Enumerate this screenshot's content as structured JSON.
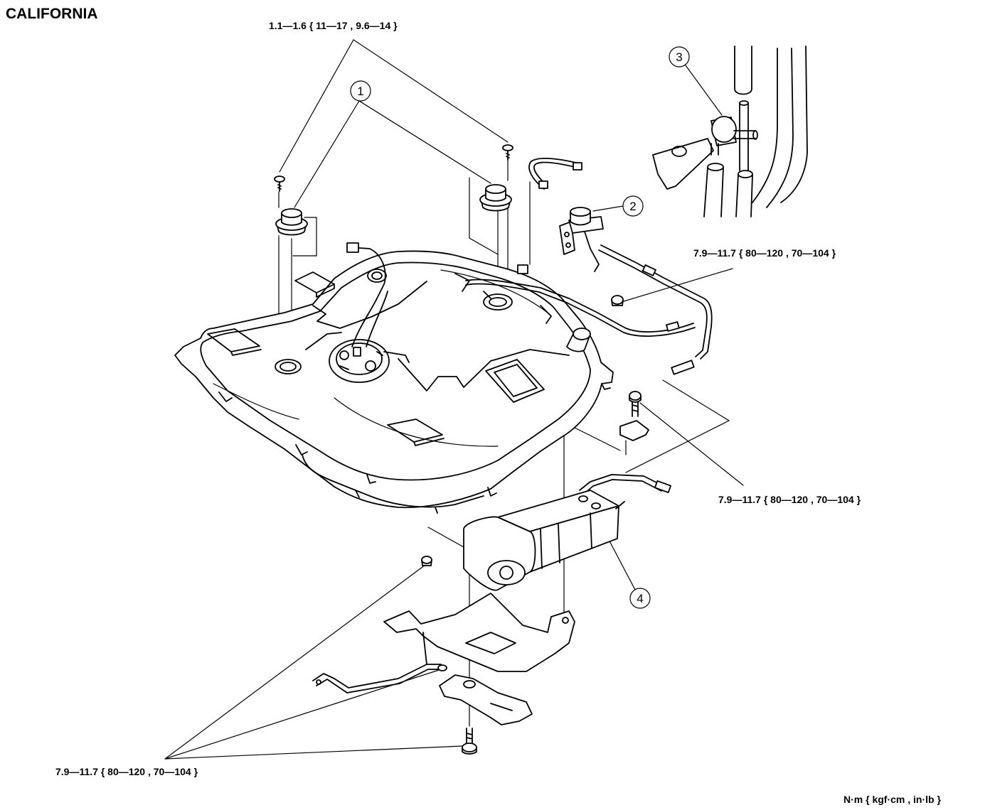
{
  "title": "CALIFORNIA",
  "torque": {
    "caps": "1.1—1.6 { 11—17 , 9.6—14 }",
    "pipe_clip": "7.9—11.7 { 80—120 , 70—104 }",
    "bracket_bolt": "7.9—11.7 { 80—120 , 70—104 }",
    "canister_mount": "7.9—11.7 { 80—120 , 70—104 }"
  },
  "units": "N·m { kgf·cm , in·lb  }",
  "callouts": [
    "1",
    "2",
    "3",
    "4"
  ],
  "line_color": "#000000"
}
